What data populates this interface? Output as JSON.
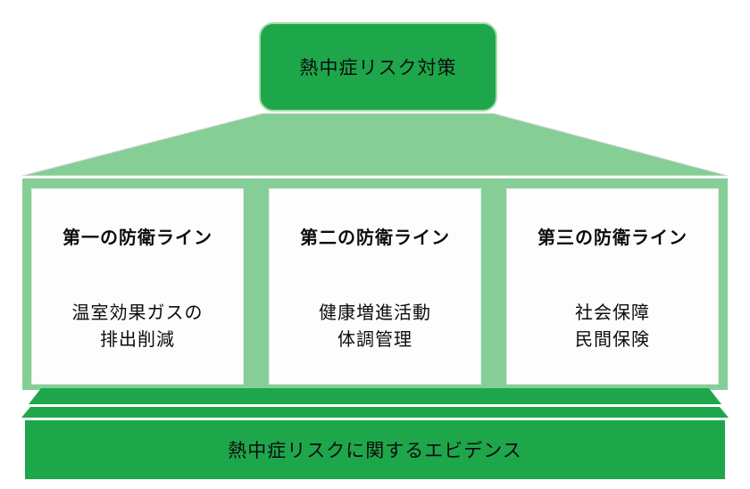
{
  "diagram": {
    "title": "熱中症リスク対策",
    "pillars": [
      {
        "heading": "第一の防衛ライン",
        "line1": "温室効果ガスの",
        "line2": "排出削減"
      },
      {
        "heading": "第二の防衛ライン",
        "line1": "健康増進活動",
        "line2": "体調管理"
      },
      {
        "heading": "第三の防衛ライン",
        "line1": "社会保障",
        "line2": "民間保険"
      }
    ],
    "base": {
      "label": "熱中症リスクに関するエビデンス"
    },
    "colors": {
      "dark_green": "#1ea64b",
      "light_green": "#85cf97",
      "box_outline": "#a2dcab",
      "panel_white": "#fdfdfd",
      "text": "#0c0c0c"
    }
  }
}
